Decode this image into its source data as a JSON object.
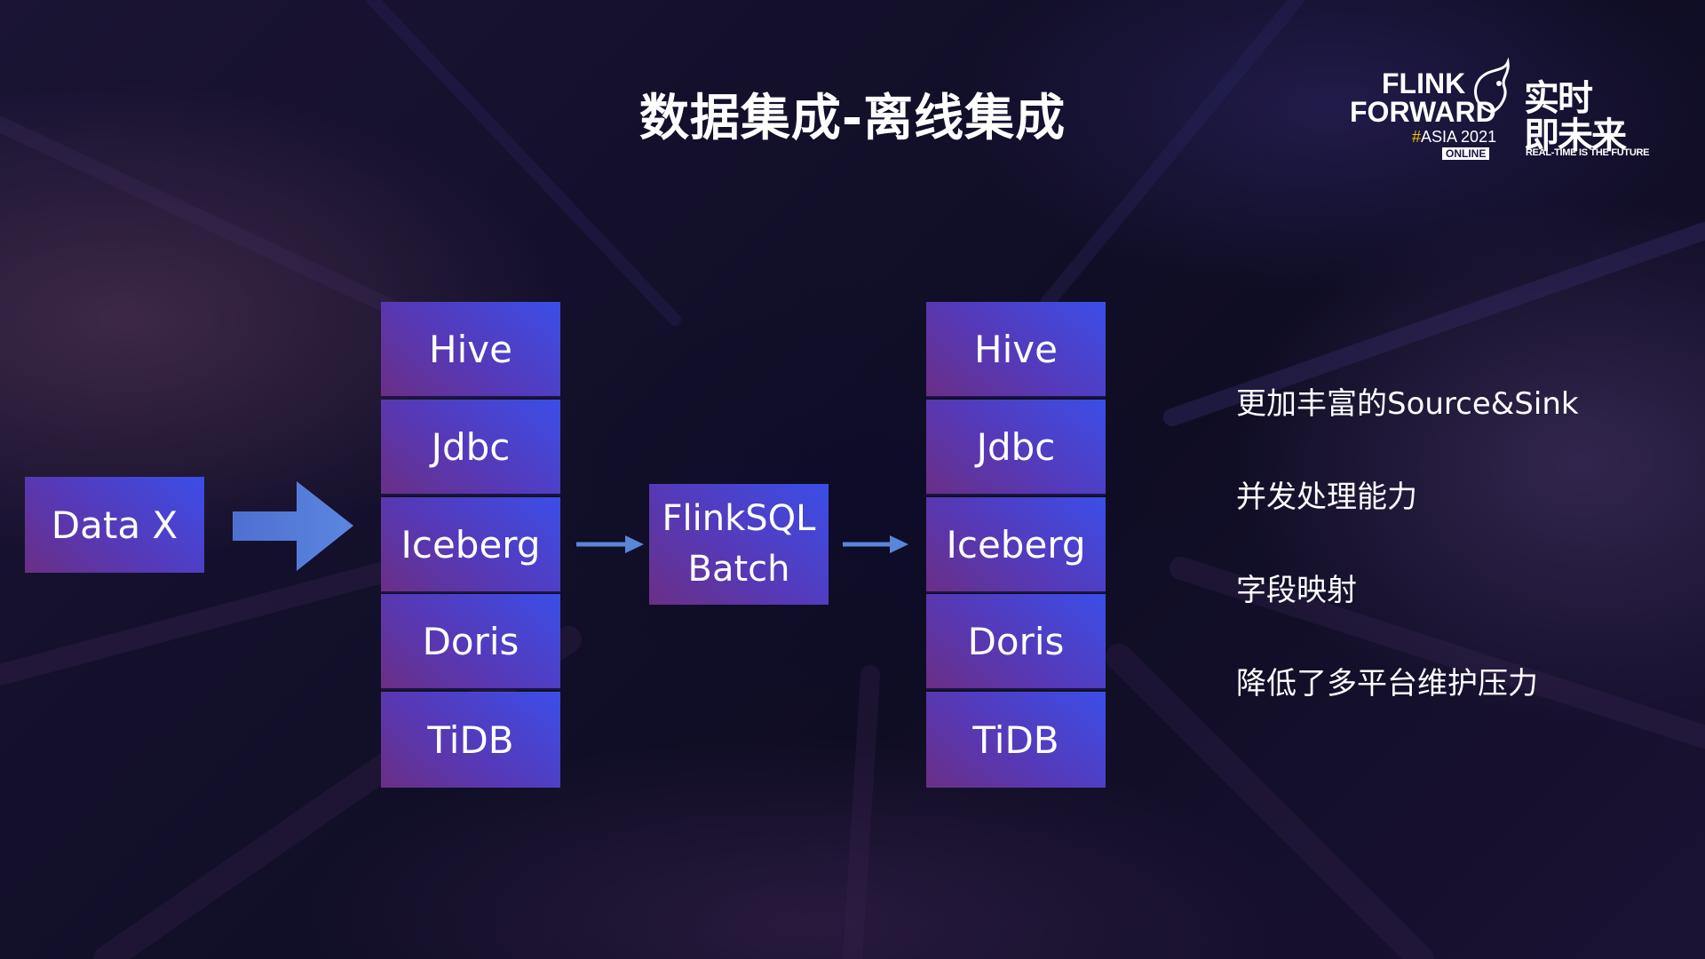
{
  "slide": {
    "title": "数据集成-离线集成"
  },
  "logo": {
    "line1": "FLINK",
    "line2": "FORWARD",
    "event_hash": "#",
    "event": "ASIA 2021",
    "badge": "ONLINE",
    "cn_top": "实时",
    "cn_bottom": "即未来",
    "tagline": "REAL-TIME IS THE FUTURE"
  },
  "diagram": {
    "source": "Data X",
    "left_stack": [
      "Hive",
      "Jdbc",
      "Iceberg",
      "Doris",
      "TiDB"
    ],
    "processor": {
      "line1": "FlinkSQL",
      "line2": "Batch"
    },
    "right_stack": [
      "Hive",
      "Jdbc",
      "Iceberg",
      "Doris",
      "TiDB"
    ]
  },
  "features": [
    "更加丰富的Source&Sink",
    "并发处理能力",
    "字段映射",
    "降低了多平台维护压力"
  ],
  "colors": {
    "box_start": "#6a2f86",
    "box_end": "#3b4ee8",
    "arrow": "#5b86d8",
    "asia_accent": "#f2c200"
  }
}
